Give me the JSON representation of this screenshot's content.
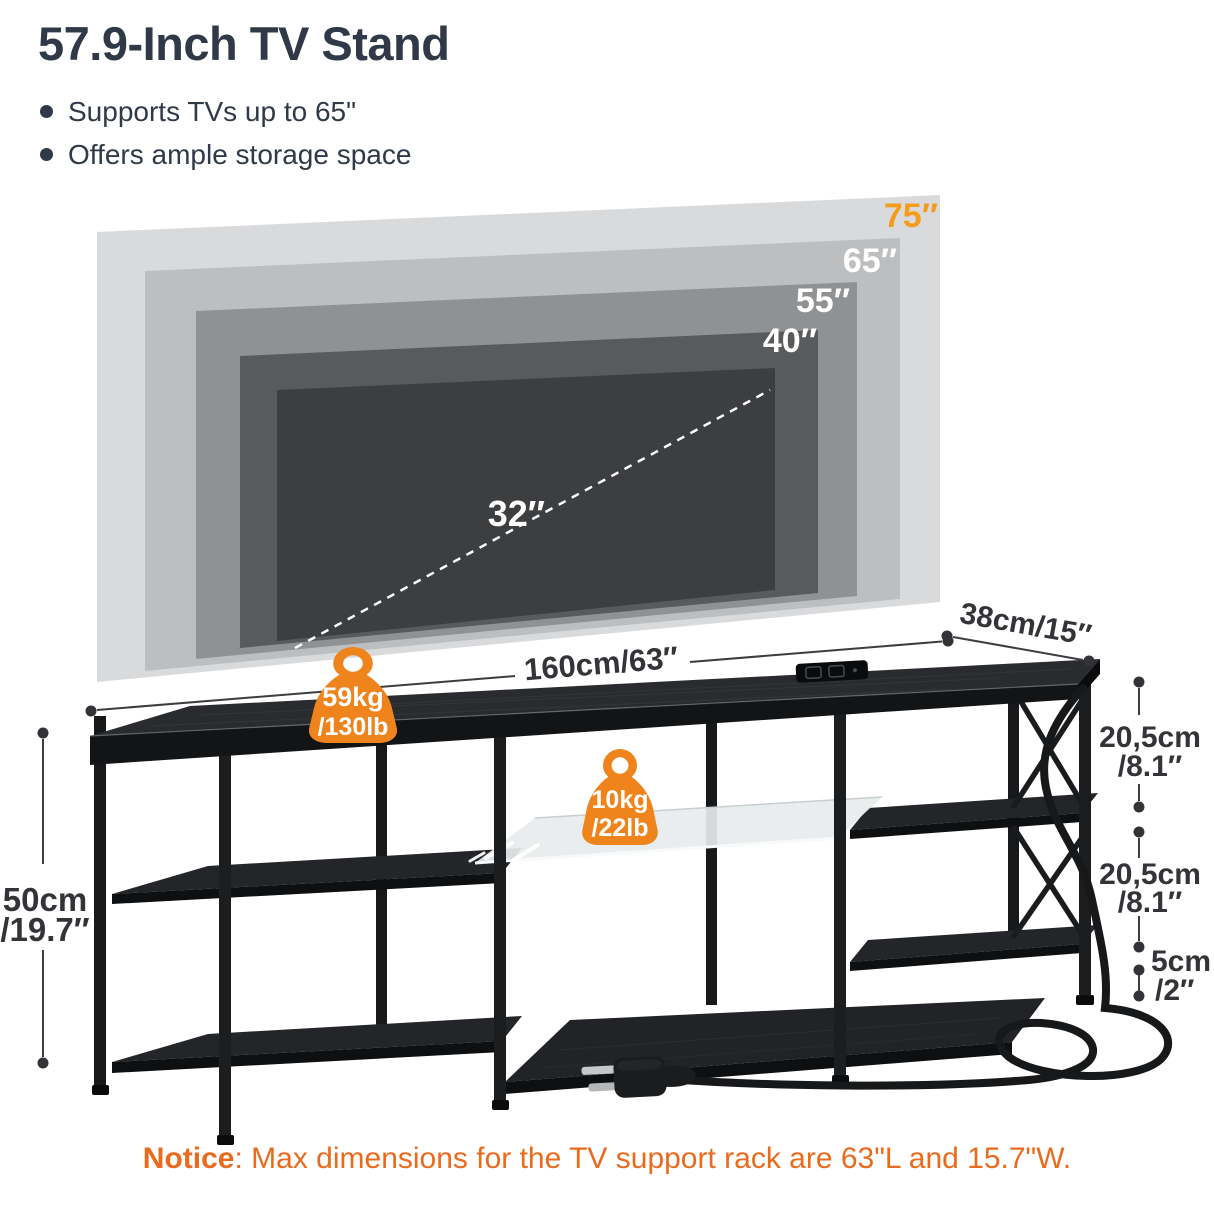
{
  "header": {
    "title": "57.9-Inch TV Stand",
    "bullets": [
      "Supports TVs up to 65\"",
      "Offers ample storage space"
    ]
  },
  "tv_diagram": {
    "sizes": [
      {
        "label": "75″",
        "fill": "#d9dadc",
        "label_color": "#f49d1c"
      },
      {
        "label": "65″",
        "fill": "#bdbec0",
        "label_color": "#ffffff"
      },
      {
        "label": "55″",
        "fill": "#909193",
        "label_color": "#ffffff"
      },
      {
        "label": "40″",
        "fill": "#595a5c",
        "label_color": "#ffffff"
      },
      {
        "label": "32″",
        "fill": "#3d3e40",
        "label_color": "#ffffff"
      }
    ]
  },
  "stand": {
    "badges": [
      {
        "value": "59kg",
        "alt": "/130lb"
      },
      {
        "value": "10kg",
        "alt": "/22lb"
      }
    ]
  },
  "dimensions": {
    "width": "160cm/63″",
    "depth": "38cm/15″",
    "height": "50cm",
    "height_in": "/19.7″",
    "shelf_upper": "20,5cm",
    "shelf_upper_in": "/8.1″",
    "shelf_lower": "20,5cm",
    "shelf_lower_in": "/8.1″",
    "clearance": "5cm",
    "clearance_in": "/2″"
  },
  "notice": {
    "label": "Notice",
    "text": ": Max dimensions for the TV support rack are 63\"L and 15.7\"W."
  },
  "colors": {
    "badge_orange": "#f0841c",
    "notice_orange": "#ea6a1e",
    "size_accent": "#f49d1c",
    "heading": "#2f3947",
    "dimension_text": "#323437",
    "stand_black": "#1a1b1d"
  }
}
